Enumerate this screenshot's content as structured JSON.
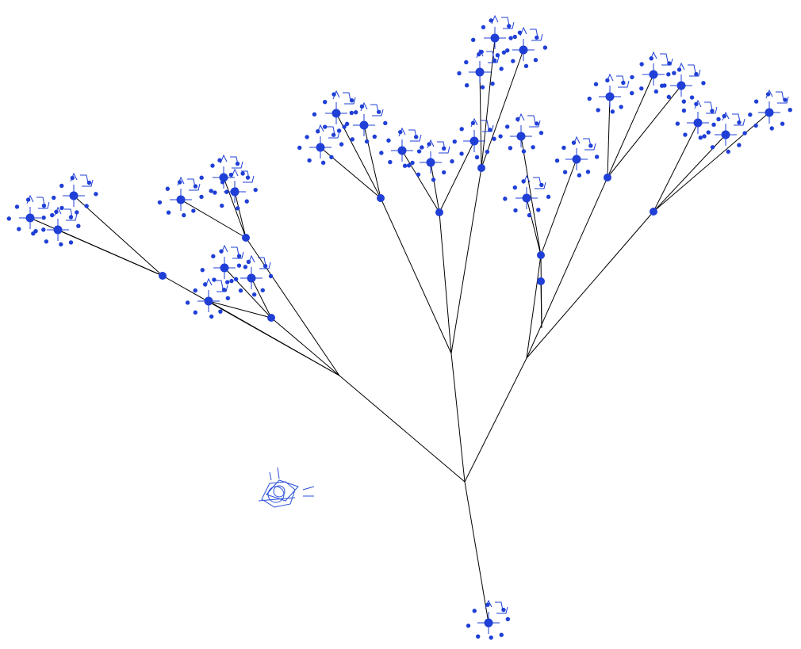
{
  "colors": {
    "background": "#ffffff",
    "edge": "#000000",
    "node": "#1f3fd6"
  },
  "tree": {
    "root": "r",
    "nodes": [
      {
        "id": "r",
        "parent": null
      },
      {
        "id": "a",
        "parent": "r"
      },
      {
        "id": "b",
        "parent": "r"
      },
      {
        "id": "c",
        "parent": "r"
      },
      {
        "id": "d",
        "parent": "r"
      },
      {
        "id": "a1",
        "parent": "a"
      },
      {
        "id": "a2",
        "parent": "a"
      },
      {
        "id": "a3",
        "parent": "a"
      },
      {
        "id": "b1",
        "parent": "b"
      },
      {
        "id": "b2",
        "parent": "b"
      },
      {
        "id": "b3",
        "parent": "b"
      },
      {
        "id": "c1",
        "parent": "c"
      },
      {
        "id": "c2",
        "parent": "c"
      },
      {
        "id": "c3",
        "parent": "c"
      },
      {
        "id": "d1",
        "parent": "d"
      },
      {
        "id": "d2",
        "parent": "d"
      },
      {
        "id": "d3",
        "parent": "d"
      },
      {
        "id": "d4",
        "parent": "d"
      }
    ]
  }
}
